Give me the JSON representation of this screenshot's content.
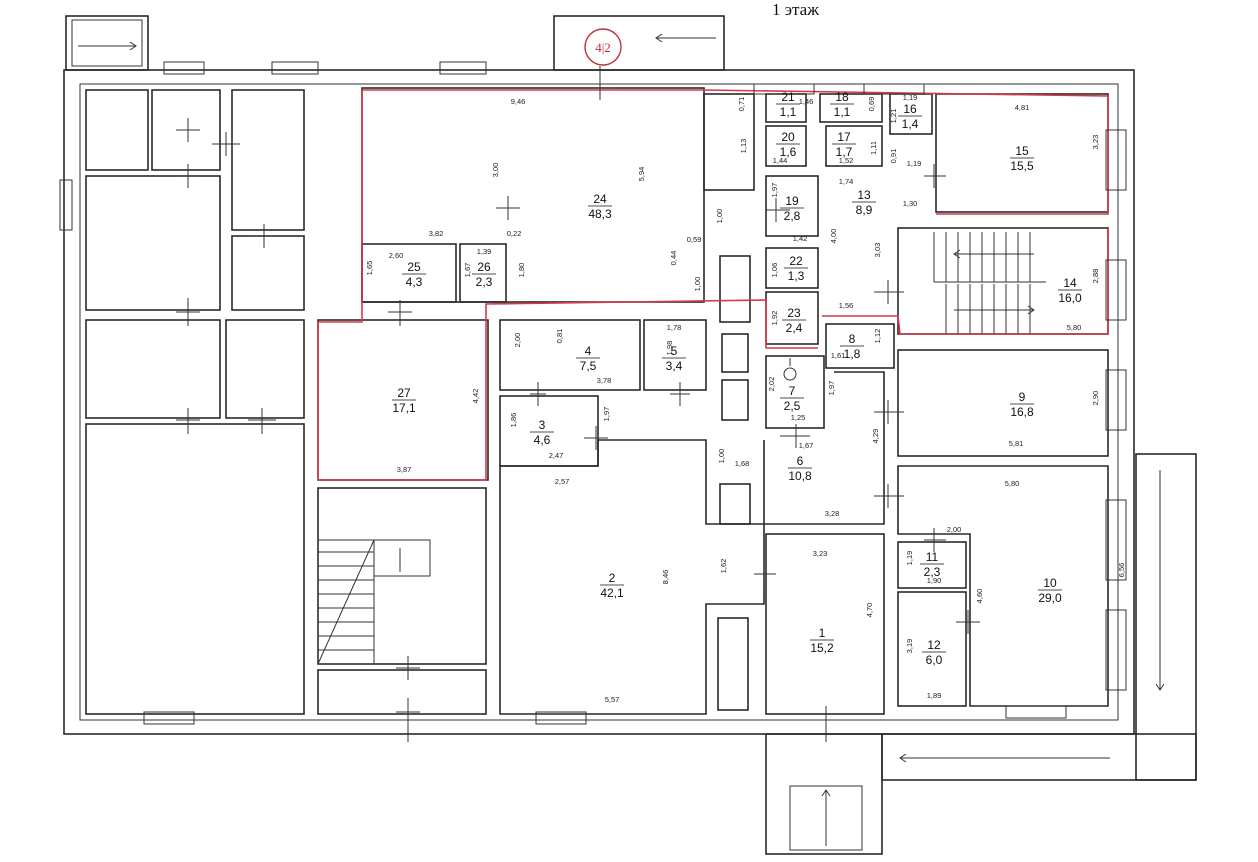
{
  "title": "1 этаж",
  "mark": "4|2",
  "colors": {
    "highlight": "#d23a4a",
    "wall": "#2a2a2a"
  },
  "rooms": [
    {
      "id": "r1",
      "num": "1",
      "area": "15,2"
    },
    {
      "id": "r2",
      "num": "2",
      "area": "42,1"
    },
    {
      "id": "r3",
      "num": "3",
      "area": "4,6"
    },
    {
      "id": "r4",
      "num": "4",
      "area": "7,5"
    },
    {
      "id": "r5",
      "num": "5",
      "area": "3,4"
    },
    {
      "id": "r6",
      "num": "6",
      "area": "10,8"
    },
    {
      "id": "r7",
      "num": "7",
      "area": "2,5"
    },
    {
      "id": "r8",
      "num": "8",
      "area": "1,8"
    },
    {
      "id": "r9",
      "num": "9",
      "area": "16,8"
    },
    {
      "id": "r10",
      "num": "10",
      "area": "29,0"
    },
    {
      "id": "r11",
      "num": "11",
      "area": "2,3"
    },
    {
      "id": "r12",
      "num": "12",
      "area": "6,0"
    },
    {
      "id": "r13",
      "num": "13",
      "area": "8,9"
    },
    {
      "id": "r14",
      "num": "14",
      "area": "16,0"
    },
    {
      "id": "r15",
      "num": "15",
      "area": "15,5"
    },
    {
      "id": "r16",
      "num": "16",
      "area": "1,4"
    },
    {
      "id": "r17",
      "num": "17",
      "area": "1,7"
    },
    {
      "id": "r18",
      "num": "18",
      "area": "1,1"
    },
    {
      "id": "r19",
      "num": "19",
      "area": "2,8"
    },
    {
      "id": "r20",
      "num": "20",
      "area": "1,6"
    },
    {
      "id": "r21",
      "num": "21",
      "area": "1,1"
    },
    {
      "id": "r22",
      "num": "22",
      "area": "1,3"
    },
    {
      "id": "r23",
      "num": "23",
      "area": "2,4"
    },
    {
      "id": "r24",
      "num": "24",
      "area": "48,3"
    },
    {
      "id": "r25",
      "num": "25",
      "area": "4,3"
    },
    {
      "id": "r26",
      "num": "26",
      "area": "2,3"
    },
    {
      "id": "r27",
      "num": "27",
      "area": "17,1"
    }
  ],
  "dimensions": [
    "9,46",
    "5,94",
    "3,00",
    "3,82",
    "0,22",
    "2,60",
    "1,65",
    "1,39",
    "1,67",
    "1,80",
    "1,00",
    "0,59",
    "0,44",
    "1,00",
    "0,71",
    "1,46",
    "0,69",
    "1,19",
    "1,21",
    "1,13",
    "1,44",
    "1,52",
    "1,11",
    "0,91",
    "1,19",
    "1,97",
    "1,74",
    "1,42",
    "1,06",
    "1,92",
    "4,00",
    "3,03",
    "1,56",
    "1,30",
    "4,81",
    "3,23",
    "2,88",
    "5,80",
    "2,00",
    "0,81",
    "1,78",
    "1,98",
    "3,78",
    "1,86",
    "2,47",
    "1,97",
    "2,57",
    "4,42",
    "3,87",
    "1,61",
    "1,12",
    "2,02",
    "1,25",
    "1,97",
    "1,67",
    "4,29",
    "1,00",
    "1,68",
    "3,28",
    "2,90",
    "5,81",
    "5,80",
    "2,00",
    "1,19",
    "1,90",
    "4,60",
    "6,56",
    "3,19",
    "1,89",
    "3,23",
    "4,70",
    "1,62",
    "8,46",
    "5,57"
  ]
}
